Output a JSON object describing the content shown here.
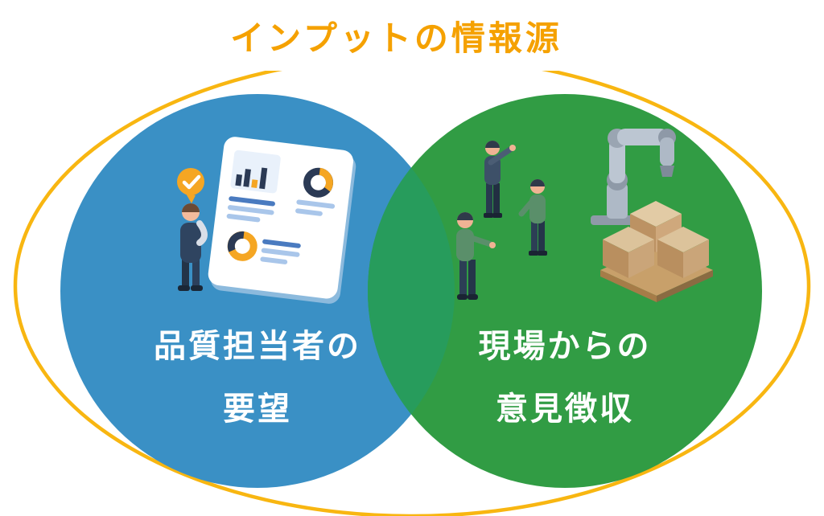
{
  "title": "インプットの情報源",
  "colors": {
    "title": "#F5A100",
    "outline": "#F8B611",
    "left_circle": "#3A90C5",
    "right_circle": "#319C44",
    "overlap": "#279C5C",
    "label_text": "#FFFFFF"
  },
  "left_circle": {
    "line1": "品質担当者の",
    "line2": "要望"
  },
  "right_circle": {
    "line1": "現場からの",
    "line2": "意見徴収"
  },
  "icons": {
    "left": [
      "checkmark-icon",
      "dashboard-panel",
      "person-figure"
    ],
    "right": [
      "worker-figure-back",
      "worker-figure-middle",
      "worker-figure-front",
      "robot-arm-icon",
      "cargo-boxes-icon"
    ]
  }
}
